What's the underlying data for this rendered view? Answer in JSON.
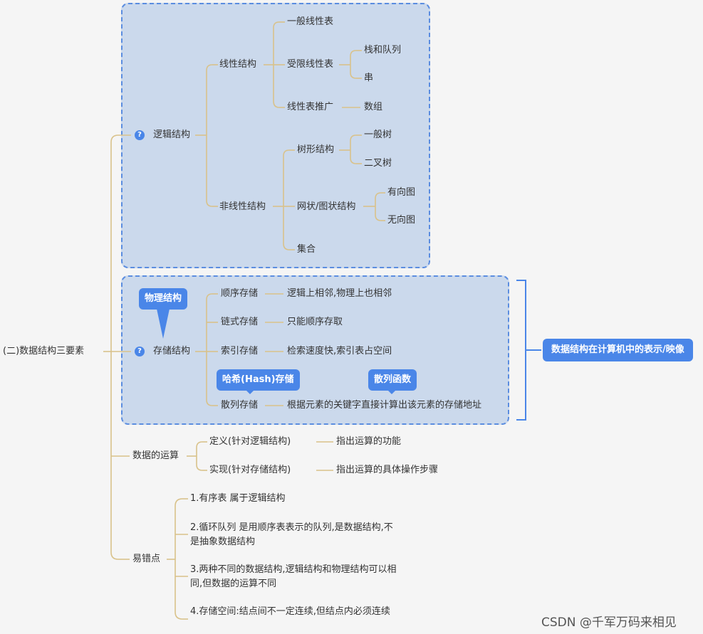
{
  "root": {
    "label": "(二)数据结构三要素"
  },
  "logical": {
    "label": "逻辑结构",
    "icon": "question-icon",
    "linear": {
      "label": "线性结构",
      "general": "一般线性表",
      "restricted": {
        "label": "受限线性表",
        "stack_queue": "栈和队列",
        "string": "串"
      },
      "extension": {
        "label": "线性表推广",
        "array": "数组"
      }
    },
    "nonlinear": {
      "label": "非线性结构",
      "tree": {
        "label": "树形结构",
        "general_tree": "一般树",
        "binary_tree": "二叉树"
      },
      "graph": {
        "label": "网状/图状结构",
        "directed": "有向图",
        "undirected": "无向图"
      },
      "set": "集合"
    }
  },
  "storage": {
    "label": "存储结构",
    "icon": "question-icon",
    "callout": "物理结构",
    "items": [
      {
        "label": "顺序存储",
        "desc": "逻辑上相邻,物理上也相邻"
      },
      {
        "label": "链式存储",
        "desc": "只能顺序存取"
      },
      {
        "label": "索引存储",
        "desc": "检索速度快,索引表占空间"
      },
      {
        "label": "散列存储",
        "desc": "根据元素的关键字直接计算出该元素的存储地址"
      }
    ],
    "hash_callout": "哈希(Hash)存储",
    "func_callout": "散列函数",
    "summary": "数据结构在计算机中的表示/映像"
  },
  "operations": {
    "label": "数据的运算",
    "items": [
      {
        "label": "定义(针对逻辑结构)",
        "desc": "指出运算的功能"
      },
      {
        "label": "实现(针对存储结构)",
        "desc": "指出运算的具体操作步骤"
      }
    ]
  },
  "pitfalls": {
    "label": "易错点",
    "items": [
      "1.有序表 属于逻辑结构",
      "2.循环队列 是用顺序表表示的队列,是数据结构,不是抽象数据结构",
      "3.两种不同的数据结构,逻辑结构和物理结构可以相同,但数据的运算不同",
      "4.存储空间:结点间不一定连续,但结点内必须连续"
    ]
  },
  "watermark": "CSDN @千军万码来相见",
  "colors": {
    "accent": "#4a86e8",
    "box_fill": "#cbd9ec",
    "line": "#d9c28a",
    "background": "#f5f5f5"
  }
}
